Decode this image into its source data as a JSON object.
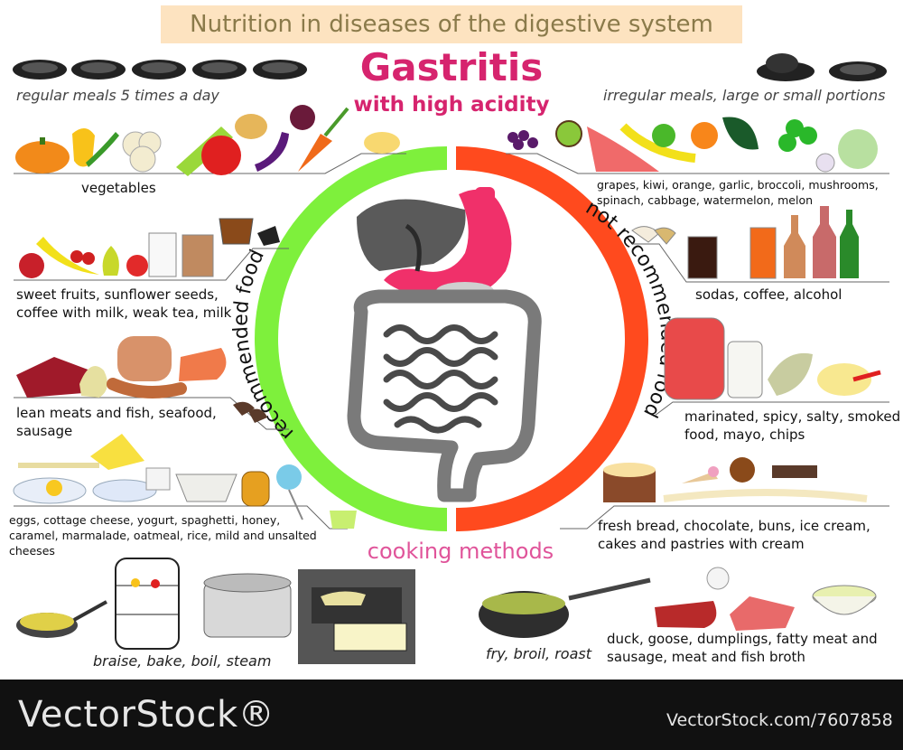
{
  "header": {
    "banner": "Nutrition in diseases of the digestive system",
    "title": "Gastritis",
    "subtitle": "with high acidity"
  },
  "meals": {
    "regular": "regular meals 5 times a day",
    "irregular": "irregular meals, large or small portions"
  },
  "ring": {
    "recommended": "recommended food",
    "not_recommended": "not recommended food",
    "recommended_color": "#7ef03c",
    "not_recommended_color": "#ff4a1e"
  },
  "recommended": {
    "vegetables": "vegetables",
    "fruits_line1": "sweet fruits, sunflower seeds,",
    "fruits_line2": "coffee with milk, weak tea, milk",
    "meat_line1": "lean meats and fish, seafood,",
    "meat_line2": "sausage",
    "other_line1": "eggs, cottage cheese, yogurt, spaghetti, honey,",
    "other_line2": "caramel, marmalade, oatmeal, rice, mild and unsalted",
    "other_line3": "cheeses"
  },
  "not_recommended": {
    "produce_line1": "grapes, kiwi, orange, garlic, broccoli, mushrooms,",
    "produce_line2": "spinach, cabbage, watermelon, melon",
    "drinks": "sodas, coffee, alcohol",
    "pickled_line1": "marinated, spicy, salty, smoked",
    "pickled_line2": "food, mayo, chips",
    "bakery_line1": "fresh bread, chocolate, buns, ice cream,",
    "bakery_line2": "cakes and pastries with cream",
    "meat_line1": "duck, goose, dumplings, fatty meat and",
    "meat_line2": "sausage, meat and fish broth"
  },
  "cooking": {
    "title": "cooking methods",
    "recommended": "braise, bake, boil, steam",
    "not_recommended": "fry, broil, roast"
  },
  "footer": {
    "brand": "VectorStock®",
    "credit": "VectorStock.com/7607858"
  }
}
